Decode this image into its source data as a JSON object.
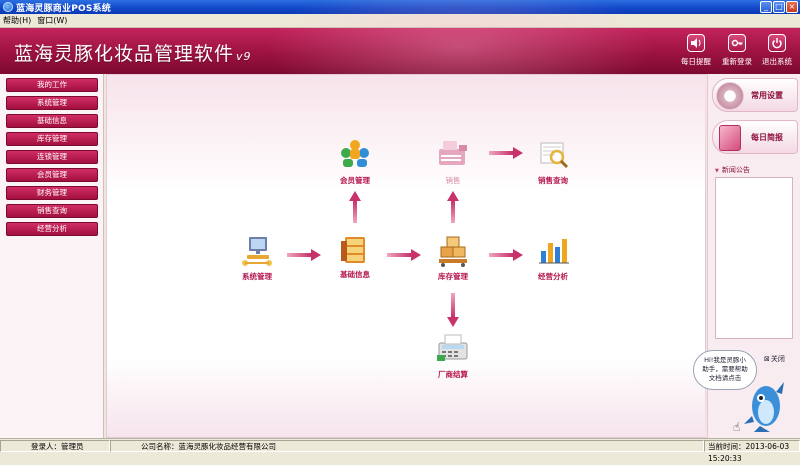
{
  "window": {
    "title": "蓝海灵豚商业POS系统",
    "controls": [
      "_",
      "□",
      "×"
    ]
  },
  "menu": [
    {
      "label": "帮助(H)"
    },
    {
      "label": "窗口(W)"
    }
  ],
  "banner": {
    "brand": "蓝海灵豚化妆品管理软件",
    "version": "v9",
    "buttons": [
      {
        "label": "每日提醒",
        "icon": "speaker-icon"
      },
      {
        "label": "重新登录",
        "icon": "key-icon"
      },
      {
        "label": "退出系统",
        "icon": "power-icon"
      }
    ]
  },
  "sidebar": {
    "items": [
      {
        "label": "我的工作"
      },
      {
        "label": "系统管理"
      },
      {
        "label": "基础信息"
      },
      {
        "label": "库存管理"
      },
      {
        "label": "连锁管理"
      },
      {
        "label": "会员管理"
      },
      {
        "label": "财务管理"
      },
      {
        "label": "销售查询"
      },
      {
        "label": "经营分析"
      }
    ]
  },
  "flow": {
    "nodes": {
      "system": {
        "label": "系统管理"
      },
      "basic": {
        "label": "基础信息"
      },
      "member": {
        "label": "会员管理"
      },
      "sales": {
        "label": "销售"
      },
      "sales_query": {
        "label": "销售查询"
      },
      "inventory": {
        "label": "库存管理"
      },
      "analysis": {
        "label": "经营分析"
      },
      "supplier": {
        "label": "厂商结算"
      }
    }
  },
  "rightpanel": {
    "settings_label": "常用设置",
    "daily_report_label": "每日简报",
    "news_title": "新闻公告"
  },
  "helper": {
    "text_line1": "Hi!我是灵豚小",
    "text_line2": "助手，需要帮助",
    "text_line3": "文档请点击",
    "close_label": "关闭"
  },
  "status": {
    "user": "登录人：管理员",
    "company": "公司名称：蓝海灵豚化妆品经营有限公司",
    "time": "当前时间：2013-06-03 15:20:33"
  },
  "colors": {
    "primary": "#a3103f",
    "node_label": "#b5174f",
    "arrow": "#c8326a"
  }
}
